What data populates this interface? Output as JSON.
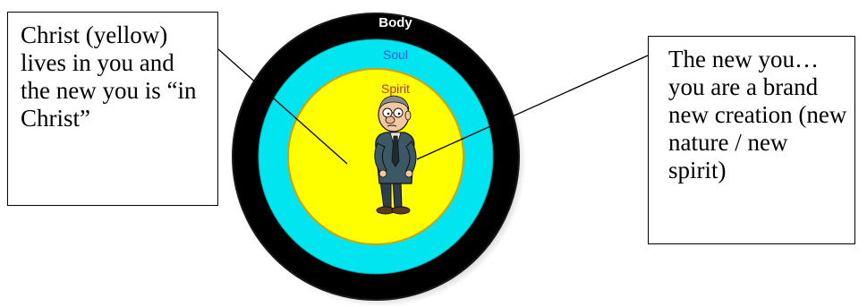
{
  "diagram": {
    "rings": [
      {
        "key": "body",
        "label": "Body",
        "fill": "#000000",
        "label_color": "#ffffff"
      },
      {
        "key": "soul",
        "label": "Soul",
        "fill": "#00e5f0",
        "label_color": "#2b5bd6"
      },
      {
        "key": "spirit",
        "label": "Spirit",
        "fill": "#ffff00",
        "label_color": "#b8342c"
      }
    ],
    "figure_icon": "man-in-suit-cartoon-icon",
    "callouts": {
      "left": {
        "text": "Christ (yellow) lives in you and the new you is “in Christ”"
      },
      "right": {
        "text": "The new you…you are a brand new creation (new nature / new spirit)"
      }
    }
  }
}
